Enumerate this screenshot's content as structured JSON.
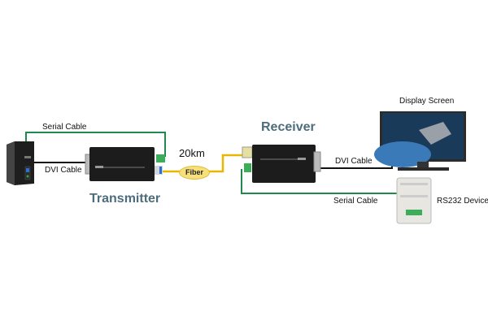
{
  "labels": {
    "serial_cable_left": "Serial Cable",
    "dvi_cable_left": "DVI Cable",
    "transmitter": "Transmitter",
    "distance": "20km",
    "fiber": "Fiber",
    "receiver": "Receiver",
    "display_screen": "Display Screen",
    "dvi_cable_right": "DVI Cable",
    "serial_cable_right": "Serial Cable",
    "rs232_device": "RS232 Device"
  },
  "colors": {
    "serial_cable": "#1f8a4c",
    "dvi_cable": "#111111",
    "fiber_cable": "#e8b800",
    "heading": "#4d6d7c"
  }
}
